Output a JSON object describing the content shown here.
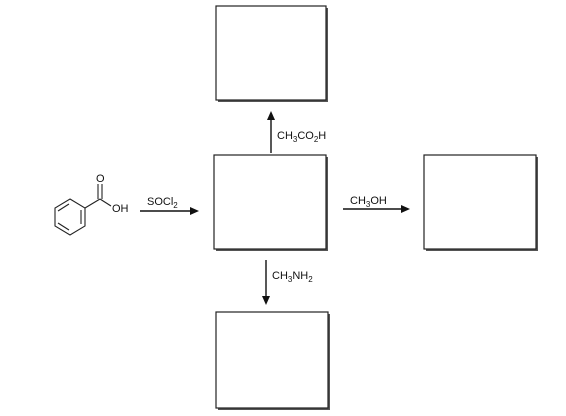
{
  "diagram": {
    "starting_material": {
      "name": "benzoic acid",
      "atoms": {
        "oxygen": "O",
        "hydroxyl": "OH"
      }
    },
    "reactions": [
      {
        "id": "soc12",
        "reagent": "SOCl",
        "subscript": "2",
        "tail": ""
      },
      {
        "id": "acetic",
        "reagent": "CH",
        "subscript": "3",
        "tail": "CO",
        "subscript2": "2",
        "tail2": "H"
      },
      {
        "id": "methanol",
        "reagent": "CH",
        "subscript": "3",
        "tail": "OH"
      },
      {
        "id": "methylamine",
        "reagent": "CH",
        "subscript": "3",
        "tail": "NH",
        "subscript2": "2",
        "tail2": ""
      }
    ],
    "product_boxes": [
      "center",
      "top",
      "right",
      "bottom"
    ],
    "colors": {
      "line": "#111111",
      "box_border": "#222222",
      "box_shadow": "#555555"
    }
  }
}
